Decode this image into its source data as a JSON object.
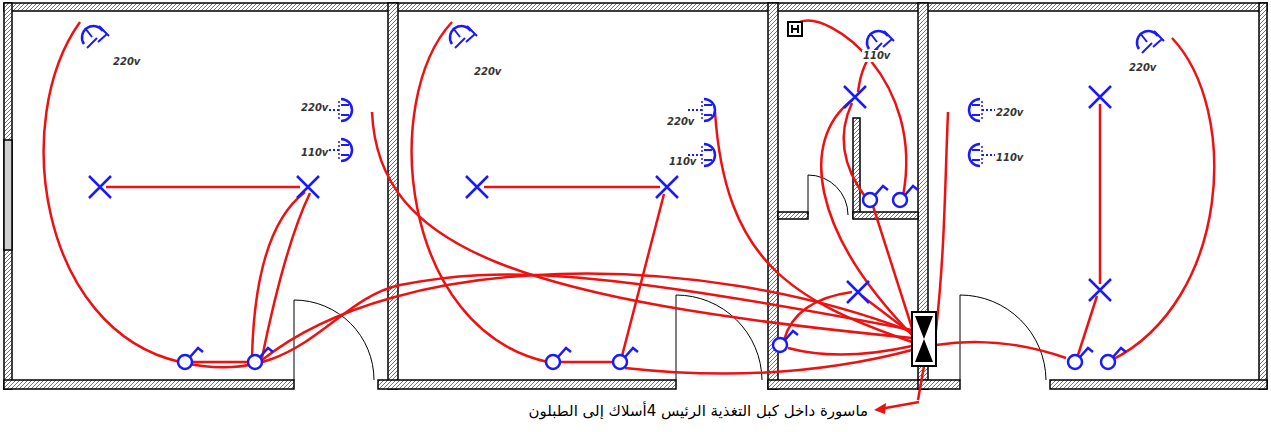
{
  "diagram": {
    "labels": [
      "220v",
      "220v",
      "110v",
      "220v",
      "220v",
      "110v",
      "110v",
      "220v",
      "110v",
      "220v",
      "ماسورة داخل كبل التغذية الرئيس 4أسلاك إلى الطبلون"
    ]
  }
}
